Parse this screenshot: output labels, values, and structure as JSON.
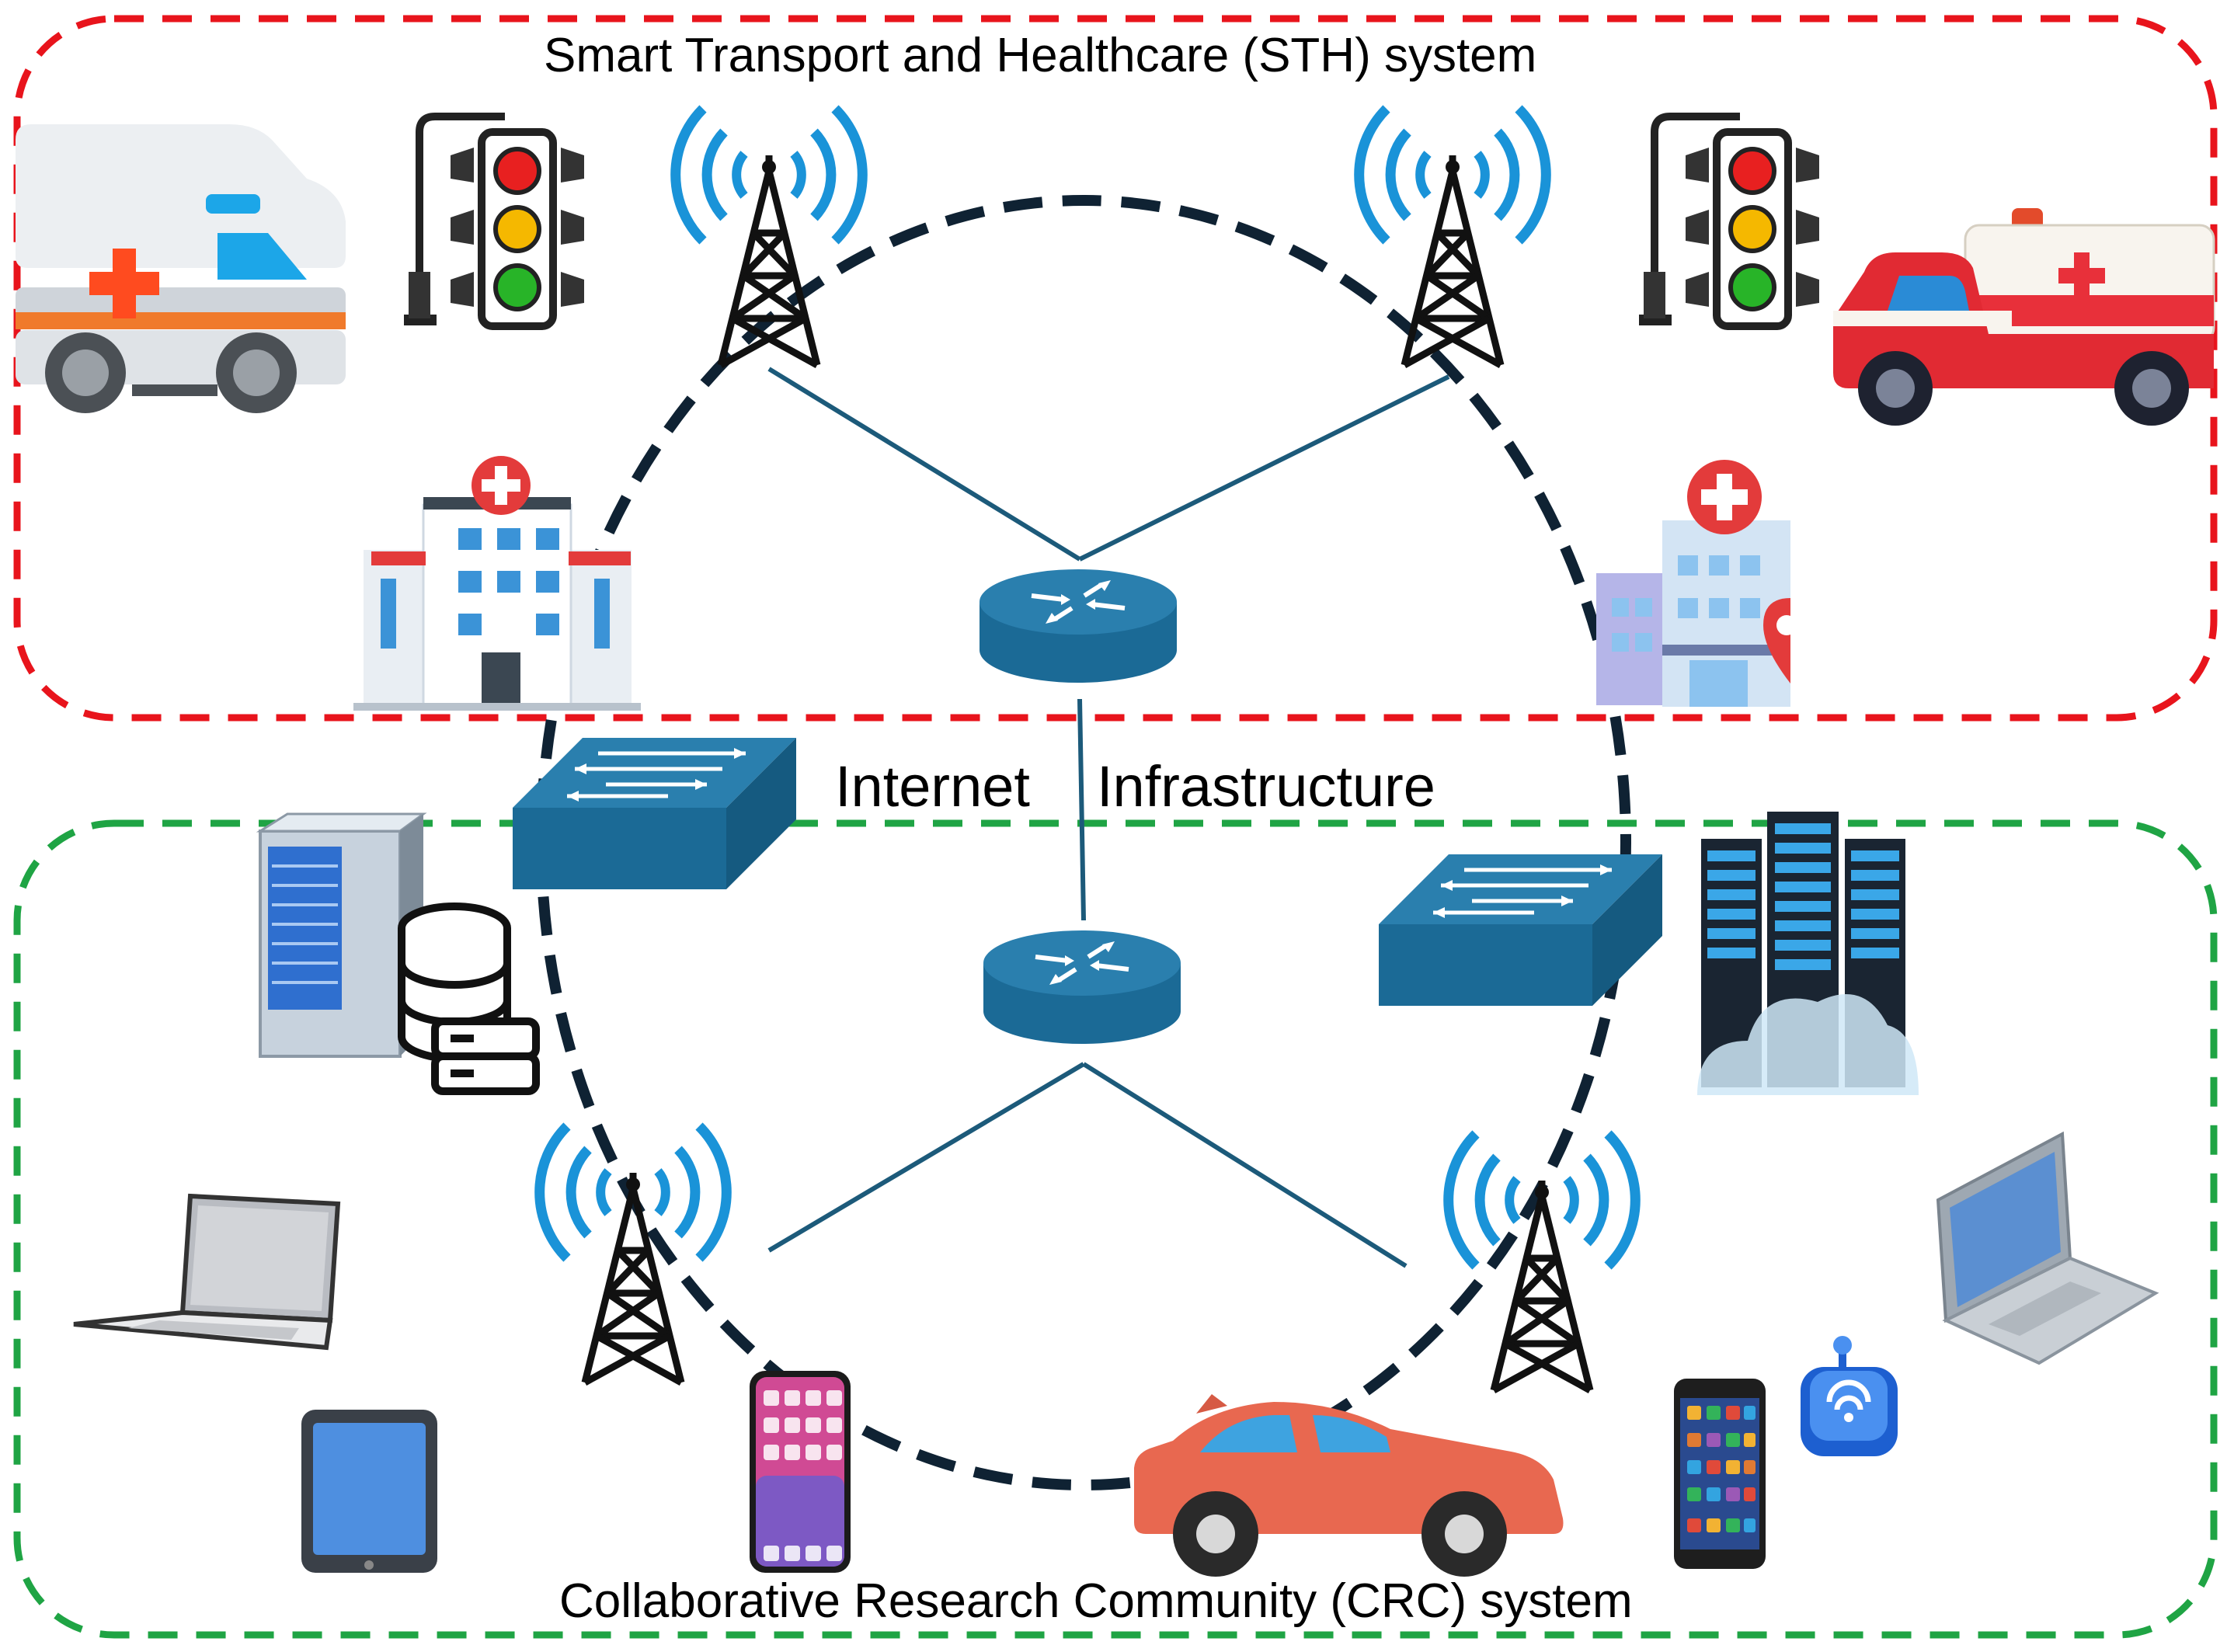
{
  "labels": {
    "sth_system": "Smart Transport and Healthcare (STH) system",
    "internet_part1": "Internet",
    "internet_part2": "Infrastructure",
    "crc_system": "Collaborative Research Community (CRC) system"
  },
  "colors": {
    "sth_border": "#e8141c",
    "crc_border": "#1fa444",
    "core_ring": "#0f2233",
    "cisco_blue": "#1b6a96",
    "tower_wave": "#1a93d8",
    "tower_metal": "#111111",
    "link_line": "#1c5a7a"
  },
  "icons": [
    "ambulance-icon",
    "traffic-light-icon",
    "cell-tower-icon",
    "hospital-icon",
    "router-icon",
    "switch-icon",
    "server-icon",
    "database-icon",
    "cloud-server-icon",
    "laptop-icon",
    "tablet-icon",
    "smartphone-icon",
    "car-icon",
    "iot-device-icon"
  ]
}
